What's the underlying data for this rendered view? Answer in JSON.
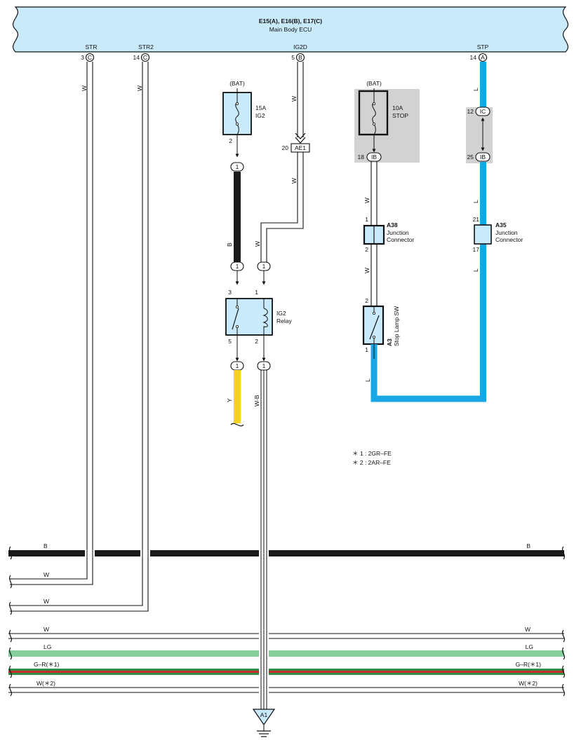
{
  "ecu": {
    "connectors": "E15(A), E16(B), E17(C)",
    "name": "Main Body ECU"
  },
  "ecu_pins": {
    "str": {
      "label": "STR",
      "num": "3",
      "letter": "C"
    },
    "str2": {
      "label": "STR2",
      "num": "14",
      "letter": "C"
    },
    "ig2d": {
      "label": "IG2D",
      "num": "5",
      "letter": "B"
    },
    "stp": {
      "label": "STP",
      "num": "14",
      "letter": "A"
    }
  },
  "fuse_ig2": {
    "source": "(BAT)",
    "rating": "15A",
    "name": "IG2",
    "pin": "2"
  },
  "fuse_stop": {
    "source": "(BAT)",
    "rating": "10A",
    "name": "STOP",
    "pin": "18",
    "conn": "IB"
  },
  "connector_ae1": {
    "pin": "20",
    "name": "AE1"
  },
  "connector_ic": {
    "pin": "12",
    "name": "IC"
  },
  "connector_ib_right": {
    "pin": "25",
    "name": "IB"
  },
  "inline_connector": "1",
  "relay": {
    "name": "IG2",
    "type": "Relay",
    "pin3": "3",
    "pin1": "1",
    "pin5": "5",
    "pin2": "2"
  },
  "jc_a38": {
    "id": "A38",
    "line1": "Junction",
    "line2": "Connector",
    "pin_in": "1",
    "pin_out": "2"
  },
  "jc_a35": {
    "id": "A35",
    "line1": "Junction",
    "line2": "Connector",
    "pin_in": "21",
    "pin_out": "17"
  },
  "stop_sw": {
    "id": "A3",
    "name": "Stop Lamp SW",
    "pin_top": "2",
    "pin_bottom": "1"
  },
  "wire_labels": {
    "w": "W",
    "b": "B",
    "l": "L",
    "y": "Y",
    "wb": "W-B"
  },
  "notes": {
    "n1": "＊ 1 : 2GR–FE",
    "n2": "＊ 2 : 2AR–FE"
  },
  "bus": {
    "b": "B",
    "w1": "W",
    "w2": "W",
    "w3": "W",
    "lg": "LG",
    "gr": "G–R(＊1)",
    "w4": "W(＊2)"
  },
  "ground": "A1",
  "colors": {
    "ecu_fill": "#c8eafb",
    "component_fill": "#c8eafb",
    "shade": "#d2d2d2",
    "wire_black": "#1a1a1a",
    "wire_blue": "#17a6e6",
    "wire_yellow": "#f7d21a",
    "wire_lg": "#86cf9c",
    "wire_green": "#2f8d44",
    "wire_red": "#cc2b2b"
  }
}
